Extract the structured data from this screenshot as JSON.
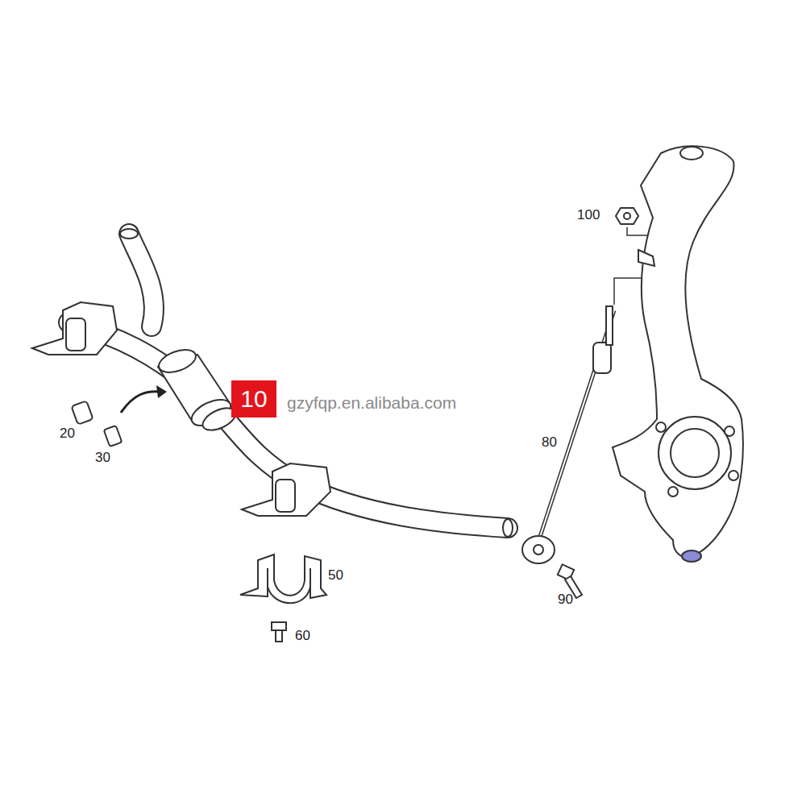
{
  "diagram": {
    "nodes": [
      {
        "text": [
          "10"
        ]
      }
    ],
    "labels": [
      "100",
      "gzyfqp.en.alibaba.com",
      "80",
      "20",
      "30",
      "50",
      "90",
      "60"
    ]
  }
}
